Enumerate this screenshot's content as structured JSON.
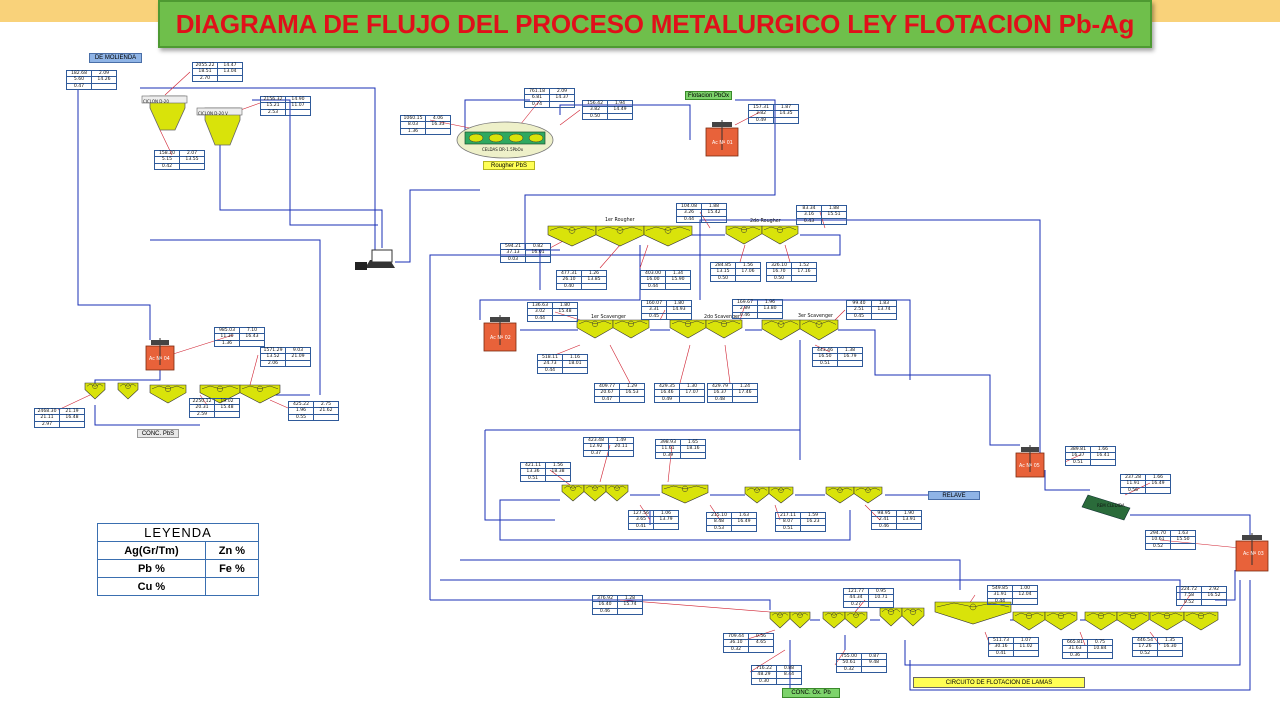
{
  "title": "DIAGRAMA DE FLUJO DEL PROCESO METALURGICO LEY FLOTACION Pb-Ag",
  "colors": {
    "banner": "#6fbf4b",
    "title": "#e0101a",
    "topbar": "#f9d27a",
    "cell": "#d9e30a",
    "lines": "#1a2fb5",
    "tank": "#e8623a",
    "label_blue": "#8fb4e6",
    "label_green": "#7dd36b",
    "label_yellow": "#ffff55"
  },
  "labels": {
    "molienda": "DE MOLIENDA",
    "flot_pbox": "Flotacion PbOx",
    "rougher_pbs": "Rougher PbS",
    "conc_pbs": "CONC. PbS",
    "relave": "RELAVE",
    "conc_ox": "CONC. Ox. Pb",
    "circuito": "CIRCUITO DE FLOTACION DE LAMAS",
    "roughers": [
      "1er Rougher",
      "2do Rougher"
    ],
    "scavengers": [
      "1er Scavenger",
      "2do Scavenger",
      "3er Scavenger"
    ],
    "tanks": [
      "Ac Nº 01",
      "Ac Nº 02",
      "Ac Nº 04",
      "Ac Nº 03",
      "Ac Nº 05"
    ],
    "ciclones": [
      "CICLON D-20",
      "CICLON D-20 V"
    ],
    "banco": "CELDAS DR-1.5PbOx",
    "rem": "REM CLEDIDA"
  },
  "legend": {
    "header": "LEYENDA",
    "rows": [
      [
        "Ag(Gr/Tm)",
        "Zn %"
      ],
      [
        "Pb %",
        "Fe %"
      ],
      [
        "Cu %",
        ""
      ]
    ]
  },
  "tables": [
    {
      "id": "t1",
      "rows": [
        [
          "182.68",
          "2.09"
        ],
        [
          "5.60",
          "14.26"
        ],
        [
          "0.47",
          ""
        ]
      ]
    },
    {
      "id": "t2",
      "rows": [
        [
          "2055.22",
          "14.47"
        ],
        [
          "18.51",
          "13.04"
        ],
        [
          "2.70",
          ""
        ]
      ]
    },
    {
      "id": "t3",
      "rows": [
        [
          "2156.32",
          "14.90"
        ],
        [
          "15.21",
          "11.07"
        ],
        [
          "2.53",
          ""
        ]
      ]
    },
    {
      "id": "t4",
      "rows": [
        [
          "158.20",
          "2.07"
        ],
        [
          "5.15",
          "13.55"
        ],
        [
          "0.42",
          ""
        ]
      ]
    },
    {
      "id": "t5",
      "rows": [
        [
          "1060.15",
          "4.06"
        ],
        [
          "8.03",
          "16.33"
        ],
        [
          "1.36",
          ""
        ]
      ]
    },
    {
      "id": "t6",
      "rows": [
        [
          "761.18",
          "2.09"
        ],
        [
          "6.81",
          "14.37"
        ],
        [
          "0.74",
          ""
        ]
      ]
    },
    {
      "id": "t7",
      "rows": [
        [
          "156.42",
          "1.94"
        ],
        [
          "3.82",
          "14.49"
        ],
        [
          "0.50",
          ""
        ]
      ]
    },
    {
      "id": "t8",
      "rows": [
        [
          "157.31",
          "1.87"
        ],
        [
          "3.82",
          "14.35"
        ],
        [
          "0.49",
          ""
        ]
      ]
    },
    {
      "id": "t9",
      "rows": [
        [
          "104.08",
          "1.88"
        ],
        [
          "3.26",
          "15.42"
        ],
        [
          "0.44",
          ""
        ]
      ]
    },
    {
      "id": "t10",
      "rows": [
        [
          "83.34",
          "1.88"
        ],
        [
          "3.16",
          "15.51"
        ],
        [
          "0.43",
          ""
        ]
      ]
    },
    {
      "id": "t11",
      "rows": [
        [
          "594.21",
          "0.82"
        ],
        [
          "37.13",
          "16.01"
        ],
        [
          "0.03",
          ""
        ]
      ]
    },
    {
      "id": "t12",
      "rows": [
        [
          "477.31",
          "1.26"
        ],
        [
          "26.10",
          "13.85"
        ],
        [
          "0.40",
          ""
        ]
      ]
    },
    {
      "id": "t13",
      "rows": [
        [
          "403.00",
          "1.34"
        ],
        [
          "16.00",
          "15.90"
        ],
        [
          "0.44",
          ""
        ]
      ]
    },
    {
      "id": "t14",
      "rows": [
        [
          "284.85",
          "1.56"
        ],
        [
          "13.15",
          "17.06"
        ],
        [
          "0.50",
          ""
        ]
      ]
    },
    {
      "id": "t15",
      "rows": [
        [
          "326.10",
          "1.52"
        ],
        [
          "16.70",
          "17.16"
        ],
        [
          "0.50",
          ""
        ]
      ]
    },
    {
      "id": "t16",
      "rows": [
        [
          "136.63",
          "1.80"
        ],
        [
          "3.02",
          "15.48"
        ],
        [
          "0.44",
          ""
        ]
      ]
    },
    {
      "id": "t17",
      "rows": [
        [
          "160.07",
          "1.80"
        ],
        [
          "3.31",
          "14.93"
        ],
        [
          "0.45",
          ""
        ]
      ]
    },
    {
      "id": "t18",
      "rows": [
        [
          "169.67",
          "1.96"
        ],
        [
          "2.89",
          "13.80"
        ],
        [
          "0.46",
          ""
        ]
      ]
    },
    {
      "id": "t19",
      "rows": [
        [
          "99.40",
          "1.83"
        ],
        [
          "2.51",
          "13.74"
        ],
        [
          "0.45",
          ""
        ]
      ]
    },
    {
      "id": "t20",
      "rows": [
        [
          "518.11",
          "1.16"
        ],
        [
          "24.73",
          "18.01"
        ],
        [
          "0.44",
          ""
        ]
      ]
    },
    {
      "id": "t21",
      "rows": [
        [
          "443.46",
          "1.38"
        ],
        [
          "16.50",
          "16.79"
        ],
        [
          "0.51",
          ""
        ]
      ]
    },
    {
      "id": "t22",
      "rows": [
        [
          "409.77",
          "1.29"
        ],
        [
          "20.67",
          "16.53"
        ],
        [
          "0.47",
          ""
        ]
      ]
    },
    {
      "id": "t23",
      "rows": [
        [
          "429.35",
          "1.30"
        ],
        [
          "16.46",
          "17.07"
        ],
        [
          "0.49",
          ""
        ]
      ]
    },
    {
      "id": "t24",
      "rows": [
        [
          "429.79",
          "1.24"
        ],
        [
          "16.37",
          "17.46"
        ],
        [
          "0.48",
          ""
        ]
      ]
    },
    {
      "id": "t25",
      "rows": [
        [
          "985.03",
          "7.10"
        ],
        [
          "11.30",
          "16.43"
        ],
        [
          "1.36",
          ""
        ]
      ]
    },
    {
      "id": "t26",
      "rows": [
        [
          "1571.29",
          "9.03"
        ],
        [
          "13.52",
          "21.09"
        ],
        [
          "2.06",
          ""
        ]
      ]
    },
    {
      "id": "t27",
      "rows": [
        [
          "2250.12",
          "19.02"
        ],
        [
          "20.31",
          "15.48"
        ],
        [
          "2.59",
          ""
        ]
      ]
    },
    {
      "id": "t28",
      "rows": [
        [
          "2468.30",
          "21.19"
        ],
        [
          "21.11",
          "16.48"
        ],
        [
          "2.97",
          ""
        ]
      ]
    },
    {
      "id": "t29",
      "rows": [
        [
          "425.22",
          "2.75"
        ],
        [
          "1.96",
          "21.62"
        ],
        [
          "0.55",
          ""
        ]
      ]
    },
    {
      "id": "t30",
      "rows": [
        [
          "423.48",
          "1.49"
        ],
        [
          "12.92",
          "20.11"
        ],
        [
          "0.37",
          ""
        ]
      ]
    },
    {
      "id": "t31",
      "rows": [
        [
          "398.93",
          "1.65"
        ],
        [
          "11.61",
          "18.16"
        ],
        [
          "0.39",
          ""
        ]
      ]
    },
    {
      "id": "t32",
      "rows": [
        [
          "421.11",
          "1.56"
        ],
        [
          "13.36",
          "18.38"
        ],
        [
          "0.51",
          ""
        ]
      ]
    },
    {
      "id": "t33",
      "rows": [
        [
          "127.56",
          "1.06"
        ],
        [
          "3.65",
          "13.79"
        ],
        [
          "0.41",
          ""
        ]
      ]
    },
    {
      "id": "t34",
      "rows": [
        [
          "215.10",
          "1.63"
        ],
        [
          "8.48",
          "16.49"
        ],
        [
          "0.53",
          ""
        ]
      ]
    },
    {
      "id": "t35",
      "rows": [
        [
          "217.11",
          "1.59"
        ],
        [
          "8.07",
          "16.23"
        ],
        [
          "0.51",
          ""
        ]
      ]
    },
    {
      "id": "t36",
      "rows": [
        [
          "98.95",
          "1.90"
        ],
        [
          "2.41",
          "13.91"
        ],
        [
          "0.46",
          ""
        ]
      ]
    },
    {
      "id": "t37",
      "rows": [
        [
          "389.81",
          "1.66"
        ],
        [
          "16.37",
          "16.41"
        ],
        [
          "0.51",
          ""
        ]
      ]
    },
    {
      "id": "t38",
      "rows": [
        [
          "237.28",
          "1.66"
        ],
        [
          "11.91",
          "16.49"
        ],
        [
          "0.56",
          ""
        ]
      ]
    },
    {
      "id": "t39",
      "rows": [
        [
          "294.70",
          "1.63"
        ],
        [
          "10.61",
          "15.50"
        ],
        [
          "0.52",
          ""
        ]
      ]
    },
    {
      "id": "t40",
      "rows": [
        [
          "376.92",
          "1.28"
        ],
        [
          "16.40",
          "15.74"
        ],
        [
          "0.46",
          ""
        ]
      ]
    },
    {
      "id": "t41",
      "rows": [
        [
          "121.77",
          "0.95"
        ],
        [
          "44.34",
          "10.71"
        ],
        [
          "0.27",
          ""
        ]
      ]
    },
    {
      "id": "t42",
      "rows": [
        [
          "549.85",
          "1.00"
        ],
        [
          "31.91",
          "12.04"
        ],
        [
          "0.44",
          ""
        ]
      ]
    },
    {
      "id": "t43",
      "rows": [
        [
          "224.72",
          "2.92"
        ],
        [
          "7.58",
          "16.52"
        ],
        [
          "0.52",
          ""
        ]
      ]
    },
    {
      "id": "t44",
      "rows": [
        [
          "709.44",
          "0.56"
        ],
        [
          "36.10",
          "4.65"
        ],
        [
          "0.32",
          ""
        ]
      ]
    },
    {
      "id": "t45",
      "rows": [
        [
          "755.00",
          "0.87"
        ],
        [
          "50.61",
          "9.48"
        ],
        [
          "0.32",
          ""
        ]
      ]
    },
    {
      "id": "t46",
      "rows": [
        [
          "511.73",
          "1.07"
        ],
        [
          "30.16",
          "11.02"
        ],
        [
          "0.41",
          ""
        ]
      ]
    },
    {
      "id": "t47",
      "rows": [
        [
          "665.81",
          "0.75"
        ],
        [
          "31.63",
          "10.84"
        ],
        [
          "0.36",
          ""
        ]
      ]
    },
    {
      "id": "t48",
      "rows": [
        [
          "446.54",
          "1.35"
        ],
        [
          "17.26",
          "16.30"
        ],
        [
          "0.52",
          ""
        ]
      ]
    },
    {
      "id": "t49",
      "rows": [
        [
          "716.22",
          "0.88"
        ],
        [
          "48.29",
          "8.44"
        ],
        [
          "0.30",
          ""
        ]
      ]
    }
  ]
}
